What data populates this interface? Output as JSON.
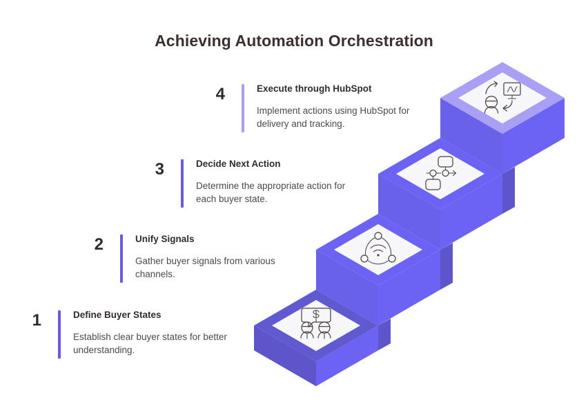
{
  "page": {
    "title": "Achieving Automation Orchestration",
    "background_color": "#ffffff"
  },
  "colors": {
    "title_text": "#3b2f2f",
    "number_text": "#332b2b",
    "heading_text": "#332b2b",
    "body_text": "#4a4a4a",
    "accent_primary": "#6a5ae0",
    "accent_light": "#a9a0f0",
    "step_face_bright": "#6c63f5",
    "step_face_mid": "#675fdd",
    "step_face_dark": "#5d55c9",
    "step_top_white": "#f7f7fa",
    "step_ring_light": "#a9a0f5",
    "icon_stroke": "#4a4340"
  },
  "steps": [
    {
      "number": "1",
      "heading": "Define Buyer States",
      "description": "Establish clear buyer states for better understanding.",
      "accent_color": "#6a5ae0",
      "icon_name": "two-people-dollar-speech-bubble-icon",
      "platform_ring_color": "#6059cf"
    },
    {
      "number": "2",
      "heading": "Unify Signals",
      "description": "Gather buyer signals from various channels.",
      "accent_color": "#6a5ae0",
      "icon_name": "network-signal-nodes-icon",
      "platform_ring_color": "#6c63f5"
    },
    {
      "number": "3",
      "heading": "Decide Next Action",
      "description": "Determine the appropriate action for each buyer state.",
      "accent_color": "#6a5ae0",
      "icon_name": "workflow-flowchart-arrow-icon",
      "platform_ring_color": "#6c63f5"
    },
    {
      "number": "4",
      "heading": "Execute through HubSpot",
      "description": "Implement actions using HubSpot for delivery and tracking.",
      "accent_color": "#a9a0f0",
      "icon_name": "person-monitor-chart-arrows-icon",
      "platform_ring_color": "#a9a0f5"
    }
  ],
  "graphic": {
    "name": "isometric-staircase",
    "step_count": 4,
    "description": "Four ascending isometric diamond platforms, each with a white top face, colored border ring and purple side faces."
  }
}
